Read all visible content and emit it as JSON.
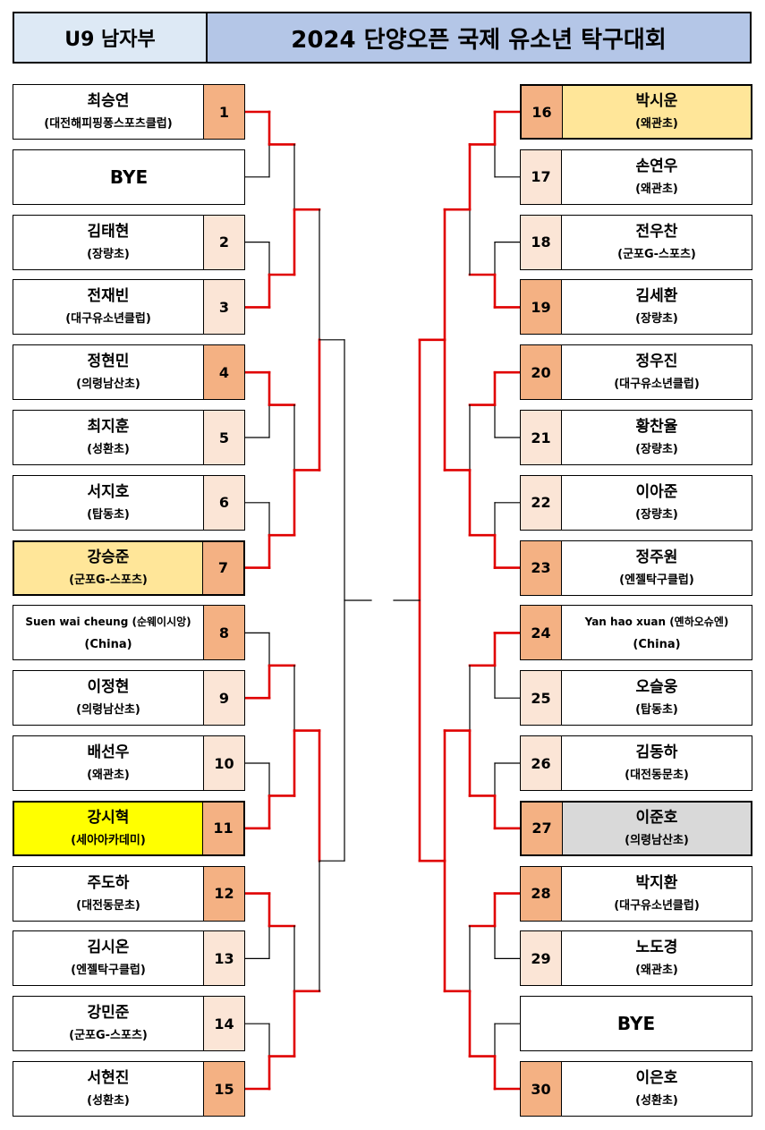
{
  "header": {
    "category": "U9 남자부",
    "title": "2024 단양오픈 국제 유소년 탁구대회"
  },
  "colors": {
    "seed_dark": "#f4b183",
    "seed_light": "#fbe5d6",
    "highlight_orange": "#ffe699",
    "highlight_yellow": "#ffff00",
    "highlight_gray": "#d9d9d9",
    "line_red": "#e00000",
    "line_black": "#000000"
  },
  "left": [
    {
      "seed": "1",
      "name": "최승연",
      "club": "(대전해피핑퐁스포츠클럽)"
    },
    {
      "seed": "",
      "name": "BYE",
      "club": ""
    },
    {
      "seed": "2",
      "name": "김태현",
      "club": "(장량초)"
    },
    {
      "seed": "3",
      "name": "전재빈",
      "club": "(대구유소년클럽)"
    },
    {
      "seed": "4",
      "name": "정현민",
      "club": "(의령남산초)"
    },
    {
      "seed": "5",
      "name": "최지훈",
      "club": "(성환초)"
    },
    {
      "seed": "6",
      "name": "서지호",
      "club": "(탑동초)"
    },
    {
      "seed": "7",
      "name": "강승준",
      "club": "(군포G-스포츠)"
    },
    {
      "seed": "8",
      "name": "Suen wai cheung (순웨이시앙)",
      "club": "(China)"
    },
    {
      "seed": "9",
      "name": "이정현",
      "club": "(의령남산초)"
    },
    {
      "seed": "10",
      "name": "배선우",
      "club": "(왜관초)"
    },
    {
      "seed": "11",
      "name": "강시혁",
      "club": "(세아아카데미)"
    },
    {
      "seed": "12",
      "name": "주도하",
      "club": "(대전동문초)"
    },
    {
      "seed": "13",
      "name": "김시온",
      "club": "(엔젤탁구클럽)"
    },
    {
      "seed": "14",
      "name": "강민준",
      "club": "(군포G-스포츠)"
    },
    {
      "seed": "15",
      "name": "서현진",
      "club": "(성환초)"
    }
  ],
  "right": [
    {
      "seed": "16",
      "name": "박시운",
      "club": "(왜관초)"
    },
    {
      "seed": "17",
      "name": "손연우",
      "club": "(왜관초)"
    },
    {
      "seed": "18",
      "name": "전우찬",
      "club": "(군포G-스포츠)"
    },
    {
      "seed": "19",
      "name": "김세환",
      "club": "(장량초)"
    },
    {
      "seed": "20",
      "name": "정우진",
      "club": "(대구유소년클럽)"
    },
    {
      "seed": "21",
      "name": "황찬율",
      "club": "(장량초)"
    },
    {
      "seed": "22",
      "name": "이아준",
      "club": "(장량초)"
    },
    {
      "seed": "23",
      "name": "정주원",
      "club": "(엔젤탁구클럽)"
    },
    {
      "seed": "24",
      "name": "Yan hao xuan (옌하오슈엔)",
      "club": "(China)"
    },
    {
      "seed": "25",
      "name": "오슬웅",
      "club": "(탑동초)"
    },
    {
      "seed": "26",
      "name": "김동하",
      "club": "(대전동문초)"
    },
    {
      "seed": "27",
      "name": "이준호",
      "club": "(의령남산초)"
    },
    {
      "seed": "28",
      "name": "박지환",
      "club": "(대구유소년클럽)"
    },
    {
      "seed": "29",
      "name": "노도경",
      "club": "(왜관초)"
    },
    {
      "seed": "",
      "name": "BYE",
      "club": ""
    },
    {
      "seed": "30",
      "name": "이은호",
      "club": "(성환초)"
    }
  ]
}
